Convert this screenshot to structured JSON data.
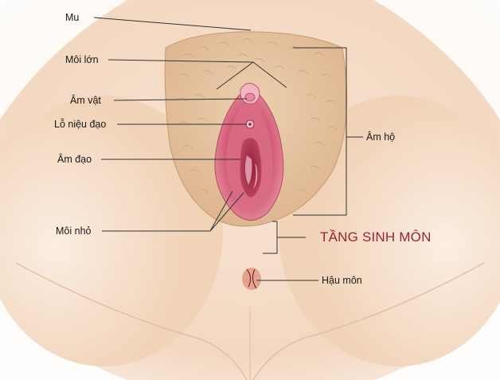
{
  "labels": {
    "mu": "Mu",
    "moi_lon": "Môi lớn",
    "am_vat": "Âm vật",
    "lo_nieu_dao": "Lỗ niệu đạo",
    "am_dao": "Âm đạo",
    "moi_nho": "Môi nhỏ",
    "am_ho": "Âm hộ",
    "tang_sinh_mon": "TẦNG SINH MÔN",
    "hau_mon": "Hậu môn"
  },
  "colors": {
    "highlight_label": "#9a2334",
    "leader_line": "#333333",
    "skin": "#f4dcc6",
    "hair_area": "#e8c9a7",
    "mucosa": "#c8506a"
  }
}
